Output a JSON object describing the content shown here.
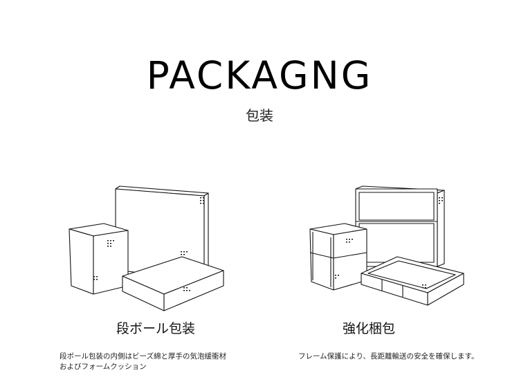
{
  "page": {
    "title": "PACKAGNG",
    "subtitle": "包装"
  },
  "items": [
    {
      "title": "段ボール包装",
      "description_line1": "段ボール包装の内側はビーズ綿と厚手の気泡緩衝材",
      "description_line2": "およびフォームクッション"
    },
    {
      "title": "強化梱包",
      "description_line1": "フレーム保護により、長距離輸送の安全を確保します。"
    }
  ],
  "colors": {
    "text": "#111111",
    "line": "#111111",
    "background": "#ffffff"
  }
}
